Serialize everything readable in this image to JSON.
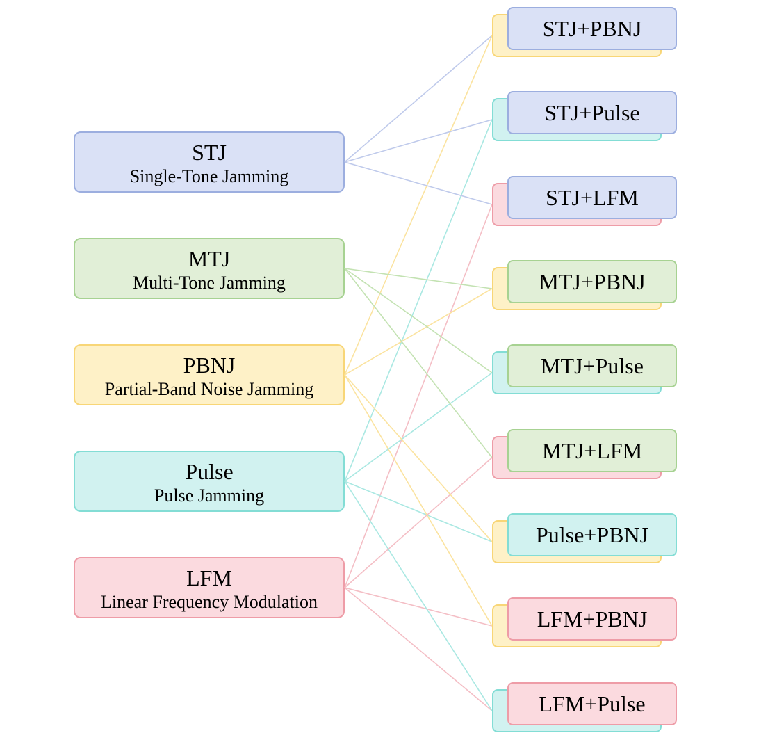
{
  "palette": {
    "STJ": {
      "fill": "#dae1f6",
      "stroke": "#9caedf",
      "line": "#bfcaeb"
    },
    "MTJ": {
      "fill": "#e1efd7",
      "stroke": "#a7d292",
      "line": "#c3e2b2"
    },
    "PBNJ": {
      "fill": "#fef1c7",
      "stroke": "#f8d677",
      "line": "#fbe39f"
    },
    "Pulse": {
      "fill": "#d1f2f0",
      "stroke": "#83ddd5",
      "line": "#a9e8e2"
    },
    "LFM": {
      "fill": "#fbdadf",
      "stroke": "#ee9ca7",
      "line": "#f4bec5"
    }
  },
  "sources": [
    {
      "key": "STJ",
      "title": "STJ",
      "subtitle": "Single-Tone Jamming"
    },
    {
      "key": "MTJ",
      "title": "MTJ",
      "subtitle": "Multi-Tone Jamming"
    },
    {
      "key": "PBNJ",
      "title": "PBNJ",
      "subtitle": "Partial-Band Noise Jamming"
    },
    {
      "key": "Pulse",
      "title": "Pulse",
      "subtitle": "Pulse Jamming"
    },
    {
      "key": "LFM",
      "title": "LFM",
      "subtitle": "Linear Frequency Modulation"
    }
  ],
  "targets": [
    {
      "label": "STJ+PBNJ",
      "front": "STJ",
      "back": "PBNJ"
    },
    {
      "label": "STJ+Pulse",
      "front": "STJ",
      "back": "Pulse"
    },
    {
      "label": "STJ+LFM",
      "front": "STJ",
      "back": "LFM"
    },
    {
      "label": "MTJ+PBNJ",
      "front": "MTJ",
      "back": "PBNJ"
    },
    {
      "label": "MTJ+Pulse",
      "front": "MTJ",
      "back": "Pulse"
    },
    {
      "label": "MTJ+LFM",
      "front": "MTJ",
      "back": "LFM"
    },
    {
      "label": "Pulse+PBNJ",
      "front": "Pulse",
      "back": "PBNJ"
    },
    {
      "label": "LFM+PBNJ",
      "front": "LFM",
      "back": "PBNJ"
    },
    {
      "label": "LFM+Pulse",
      "front": "LFM",
      "back": "Pulse"
    }
  ]
}
